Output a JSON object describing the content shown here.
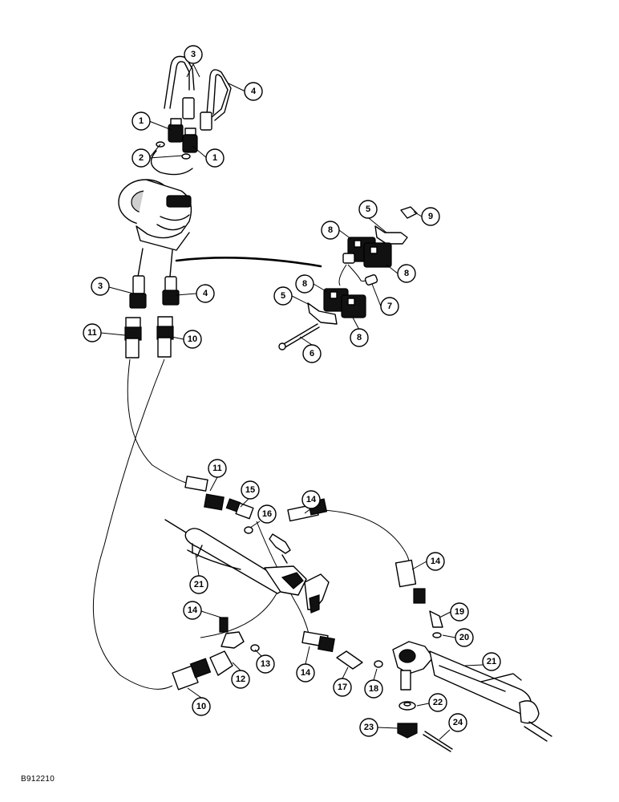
{
  "figure_code": "B912210",
  "callouts": [
    "1",
    "2",
    "3",
    "4",
    "5",
    "6",
    "7",
    "8",
    "9",
    "10",
    "11",
    "12",
    "13",
    "14",
    "15",
    "16",
    "17",
    "18",
    "19",
    "20",
    "21",
    "22",
    "23",
    "24"
  ]
}
